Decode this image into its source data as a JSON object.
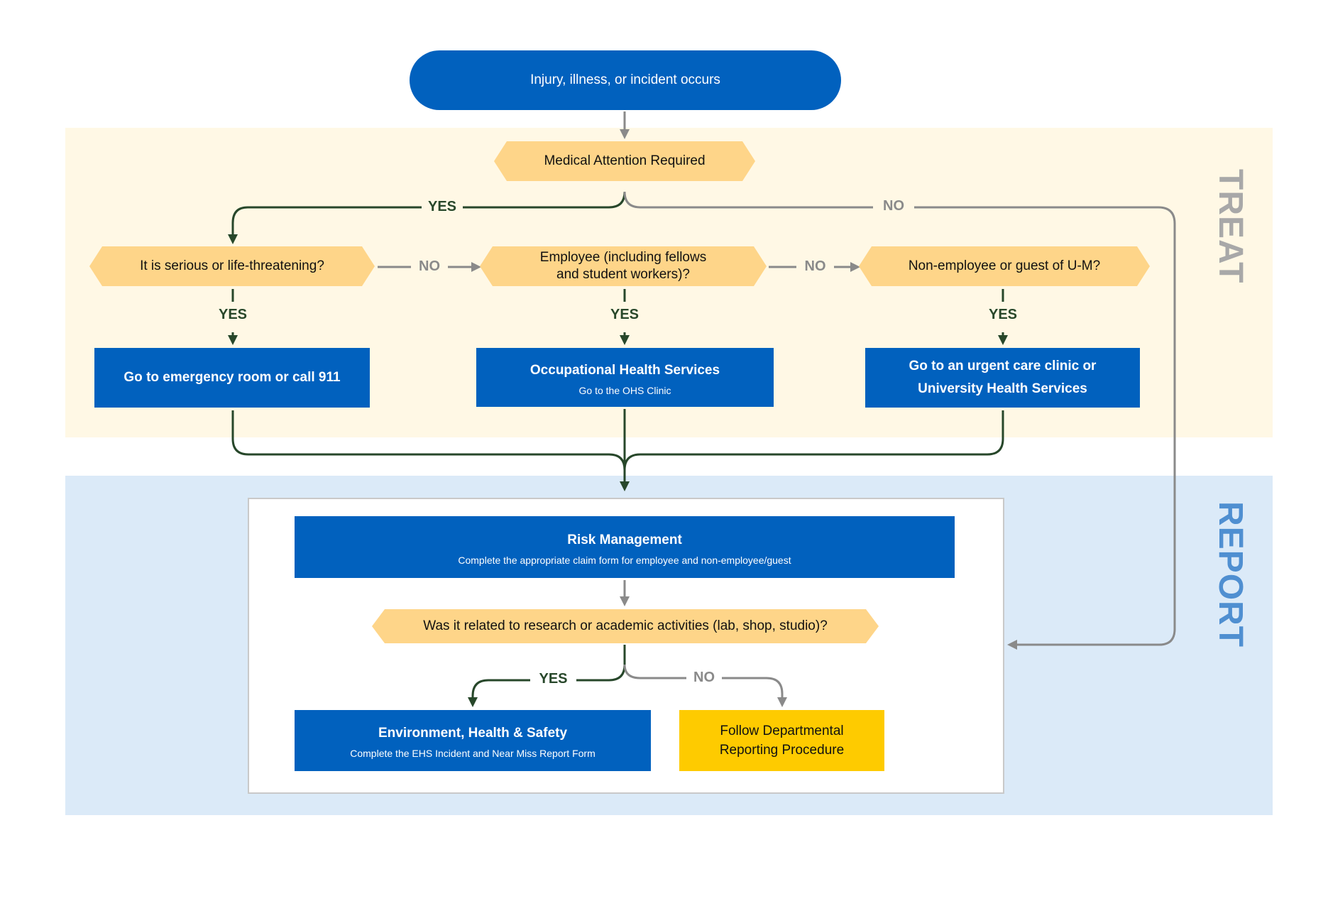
{
  "diagram": {
    "side_labels": {
      "treat": "TREAT",
      "report": "REPORT"
    },
    "start": "Injury, illness, or incident occurs",
    "decisions": {
      "medical": "Medical Attention Required",
      "serious": "It is serious or life-threatening?",
      "employee": "Employee (including fellows and student workers)?",
      "nonemployee": "Non-employee or guest of U-M?",
      "research": "Was it related to research or academic activities (lab, shop, studio)?"
    },
    "actions": {
      "er": {
        "title": "Go to emergency room or call 911"
      },
      "ohs": {
        "title": "Occupational Health Services",
        "subtitle": "Go to the OHS Clinic"
      },
      "urgent": {
        "title": "Go to an urgent care clinic or University Health Services"
      },
      "risk": {
        "title": "Risk Management",
        "subtitle": "Complete the appropriate claim form for employee and non-employee/guest"
      },
      "ehs": {
        "title": "Environment, Health & Safety",
        "subtitle": "Complete the EHS Incident and Near Miss Report Form"
      },
      "dept": {
        "title": "Follow Departmental Reporting Procedure"
      }
    },
    "edge_labels": {
      "yes": "YES",
      "no": "NO"
    },
    "colors": {
      "primary_blue": "#0161be",
      "decision_orange": "#fed589",
      "highlight_yellow": "#fecb00",
      "treat_band": "#fff8e5",
      "report_band": "#dbeaf8",
      "yes_line": "#27472a",
      "no_line": "#8a8a8a"
    }
  }
}
